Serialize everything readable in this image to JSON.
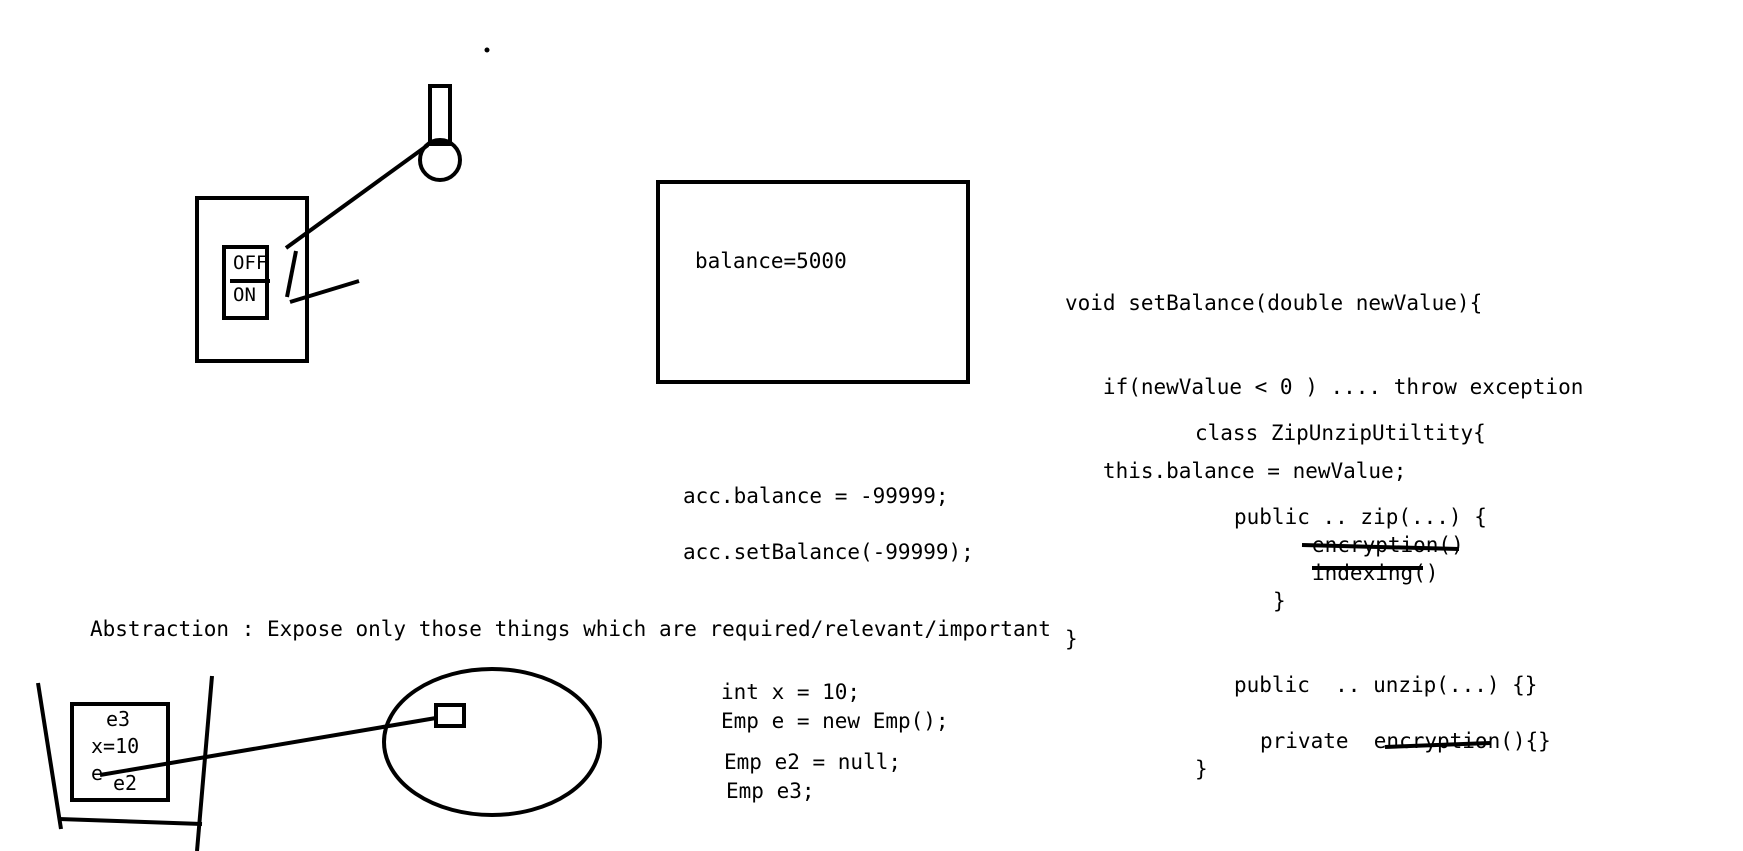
{
  "switch_labels": {
    "off": "OFF",
    "on": "ON"
  },
  "account_box": {
    "text": "balance=5000"
  },
  "direct_assignment": "acc.balance = -99999;",
  "setter_call": "acc.setBalance(-99999);",
  "set_balance_code": [
    "void setBalance(double newValue){",
    "   if(newValue < 0 ) .... throw exception",
    "   this.balance = newValue;",
    "",
    "}"
  ],
  "abstraction_note": "Abstraction : Expose only those things which are required/relevant/important",
  "zip_class": {
    "header": "class ZipUnzipUtiltity{",
    "zip_method": "public .. zip(...) {",
    "calls": [
      "encryption()",
      "indexing()"
    ],
    "zip_close": "}",
    "unzip_method": "public  .. unzip(...) {}",
    "private_method": "private  encryption(){}",
    "class_close": "}"
  },
  "stack_frame": {
    "vars": [
      "e3",
      "x=10",
      "e",
      "e2"
    ]
  },
  "variable_code": [
    "int x = 10;",
    "Emp e = new Emp();",
    "Emp e2 = null;",
    "Emp e3;"
  ]
}
